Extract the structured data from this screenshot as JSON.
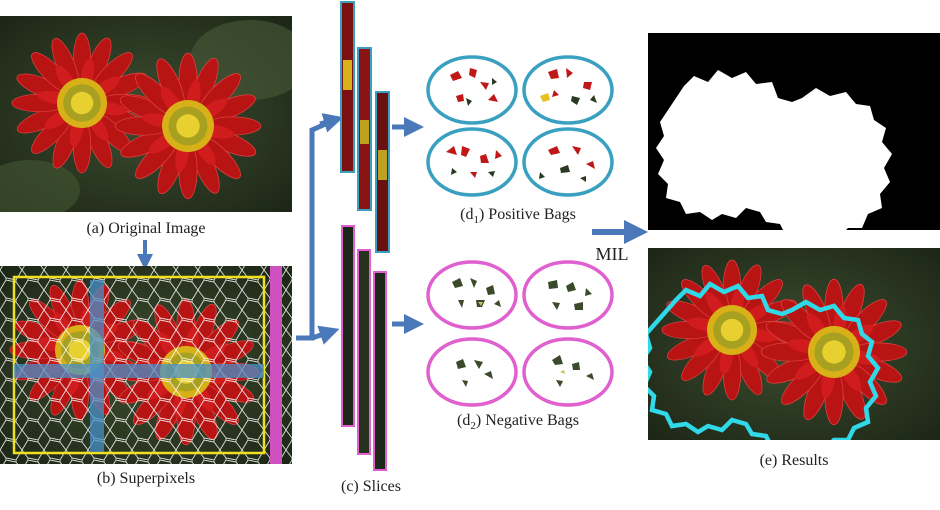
{
  "captions": {
    "a_label": "(a) Original Image",
    "b_label": "(b) Superpixels",
    "c_label": "(c) Slices",
    "d1_prefix": "(d",
    "d1_sub": "1",
    "d1_suffix": ") Positive Bags",
    "d2_prefix": "(d",
    "d2_sub": "2",
    "d2_suffix": ") Negative Bags",
    "e_label": "(e) Results",
    "mil": "MIL"
  },
  "colors": {
    "arrow": "#4a78b8",
    "positive": "#3aa0c0",
    "negative": "#e060d0",
    "grid_yellow": "#f0e020",
    "slice_blue": "#4a90c8",
    "slice_magenta": "#d050c0",
    "contour": "#30d8e8",
    "petal": "#c01818",
    "center": "#e8c020",
    "background": "#2a3a22"
  },
  "icons": {
    "flower": "flower-photo",
    "mask": "binary-mask"
  }
}
